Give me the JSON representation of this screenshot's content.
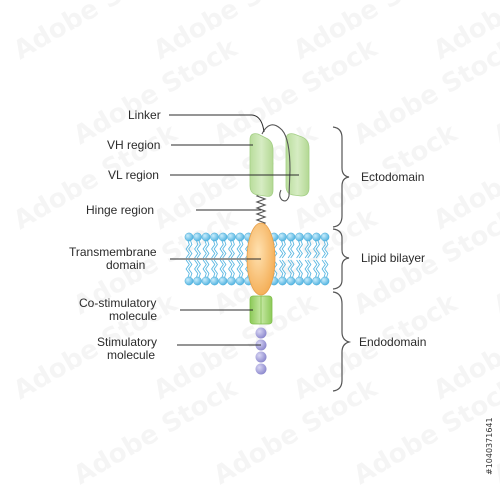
{
  "labels": {
    "linker": "Linker",
    "vh_region": "VH region",
    "vl_region": "VL region",
    "hinge_region": "Hinge region",
    "transmembrane_line1": "Transmembrane",
    "transmembrane_line2": "domain",
    "costim_line1": "Co-stimulatory",
    "costim_line2": "molecule",
    "stim_line1": "Stimulatory",
    "stim_line2": "molecule"
  },
  "regions": {
    "ectodomain": "Ectodomain",
    "lipid_bilayer": "Lipid bilayer",
    "endodomain": "Endodomain"
  },
  "stock_id": "#1040371641",
  "watermark": "Adobe Stock",
  "colors": {
    "scfv_green": "#c6e3ae",
    "scfv_green_dark": "#a8d08a",
    "lipid_blue": "#6ec3e8",
    "transmembrane_orange": "#f6b96a",
    "costim_green": "#9fd46b",
    "stim_purple": "#9a96d6"
  }
}
